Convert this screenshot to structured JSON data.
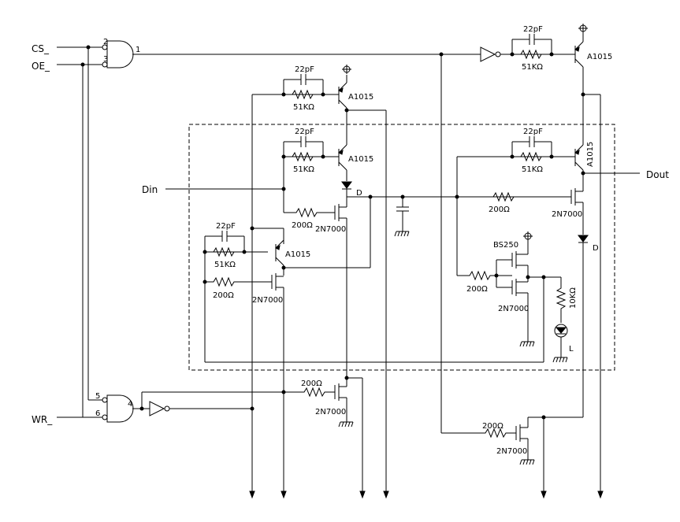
{
  "signals": {
    "cs": "CS_",
    "oe": "OE_",
    "wr": "WR_",
    "din": "Din",
    "dout": "Dout"
  },
  "gates": {
    "and_top": {
      "pins": [
        "2",
        "3",
        "1"
      ]
    },
    "and_bottom": {
      "pins": [
        "5",
        "6",
        "4"
      ]
    }
  },
  "components": {
    "pnp": "A1015",
    "nmos": "2N7000",
    "pmos": "BS250",
    "cap": "22pF",
    "r51k": "51KΩ",
    "r200": "200Ω",
    "r10k": "10KΩ",
    "diode": "D",
    "led": "L"
  }
}
